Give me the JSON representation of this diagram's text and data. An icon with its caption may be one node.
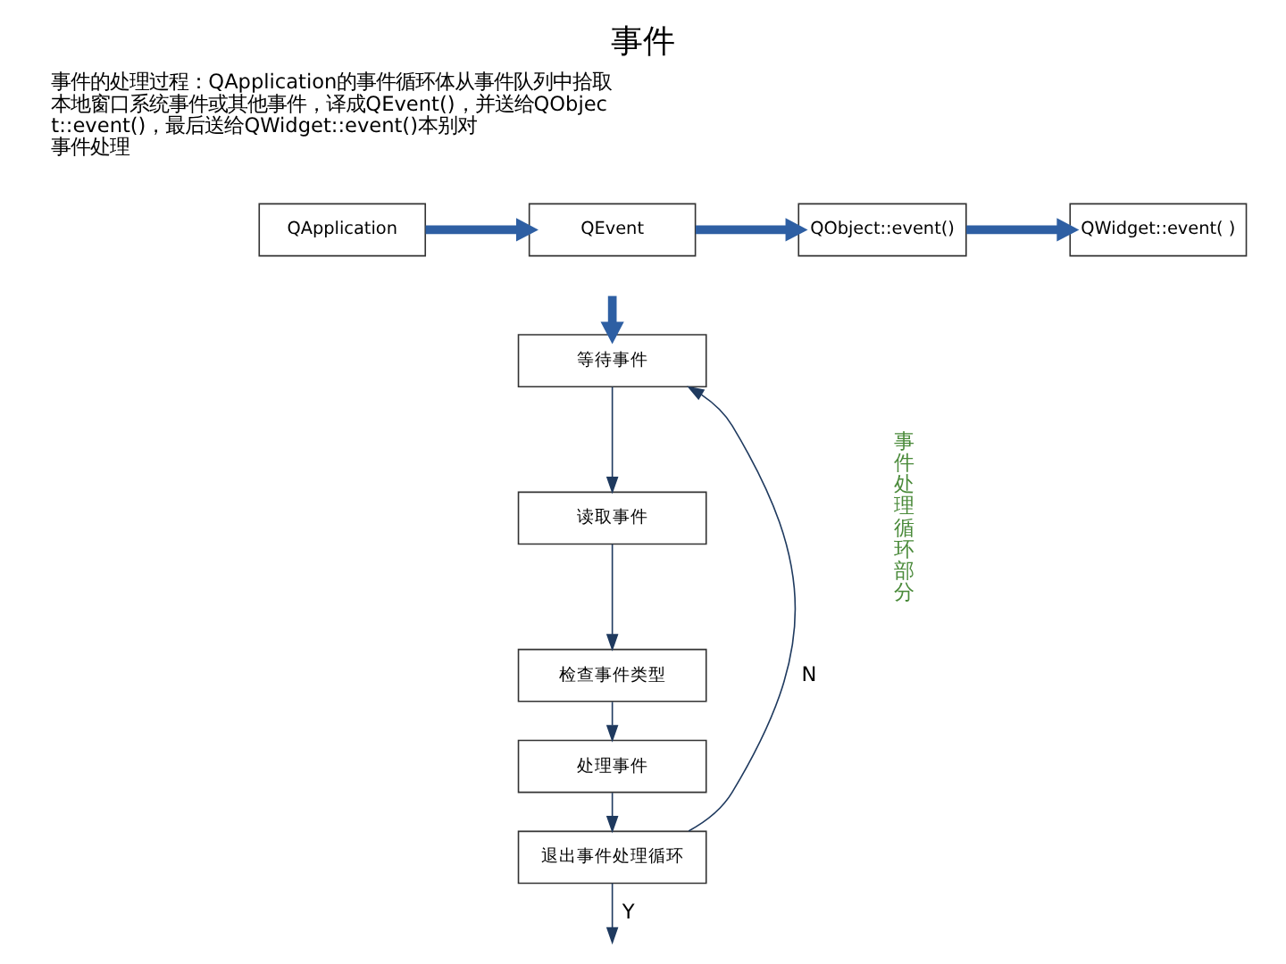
{
  "diagram": {
    "title": "事件",
    "nodes": [
      {
        "text": [
          "QApplication"
        ]
      },
      {
        "text": [
          "QEvent"
        ]
      },
      {
        "text": [
          "QObject::event()"
        ]
      },
      {
        "text": [
          "QWidget::event( )"
        ]
      },
      {
        "text": [
          "等待事件"
        ]
      },
      {
        "text": [
          "读取事件"
        ]
      },
      {
        "text": [
          "检查事件类型"
        ]
      },
      {
        "text": [
          "处理事件"
        ]
      },
      {
        "text": [
          "退出事件处理循环"
        ]
      }
    ],
    "edges": [
      {
        "from": 0,
        "to": 1,
        "arrow": "to",
        "style": "thick",
        "color": "#2e5fa3"
      },
      {
        "from": 1,
        "to": 2,
        "arrow": "to",
        "style": "thick",
        "color": "#2e5fa3"
      },
      {
        "from": 2,
        "to": 3,
        "arrow": "to",
        "style": "thick",
        "color": "#2e5fa3"
      },
      {
        "from": null,
        "to": 4,
        "arrow": "to",
        "style": "thick",
        "color": "#2e5fa3"
      },
      {
        "from": 4,
        "to": 5,
        "arrow": "to"
      },
      {
        "from": 5,
        "to": 6,
        "arrow": "to"
      },
      {
        "from": 6,
        "to": 7,
        "arrow": "to"
      },
      {
        "from": 7,
        "to": 8,
        "arrow": "to"
      },
      {
        "from": 8,
        "to": 4,
        "arrow": "to",
        "label": "N"
      },
      {
        "from": 8,
        "to": null,
        "arrow": "to",
        "label": "Y"
      }
    ],
    "labels": [
      "事件的处理过程：QApplication的事件循环体从事件队列中拾取本地窗口系统事件或其他事件，译成QEvent()，并送给QObject::event()，最后送给QWidget::event()本别对事件处理",
      "事件处理循环部分"
    ]
  }
}
